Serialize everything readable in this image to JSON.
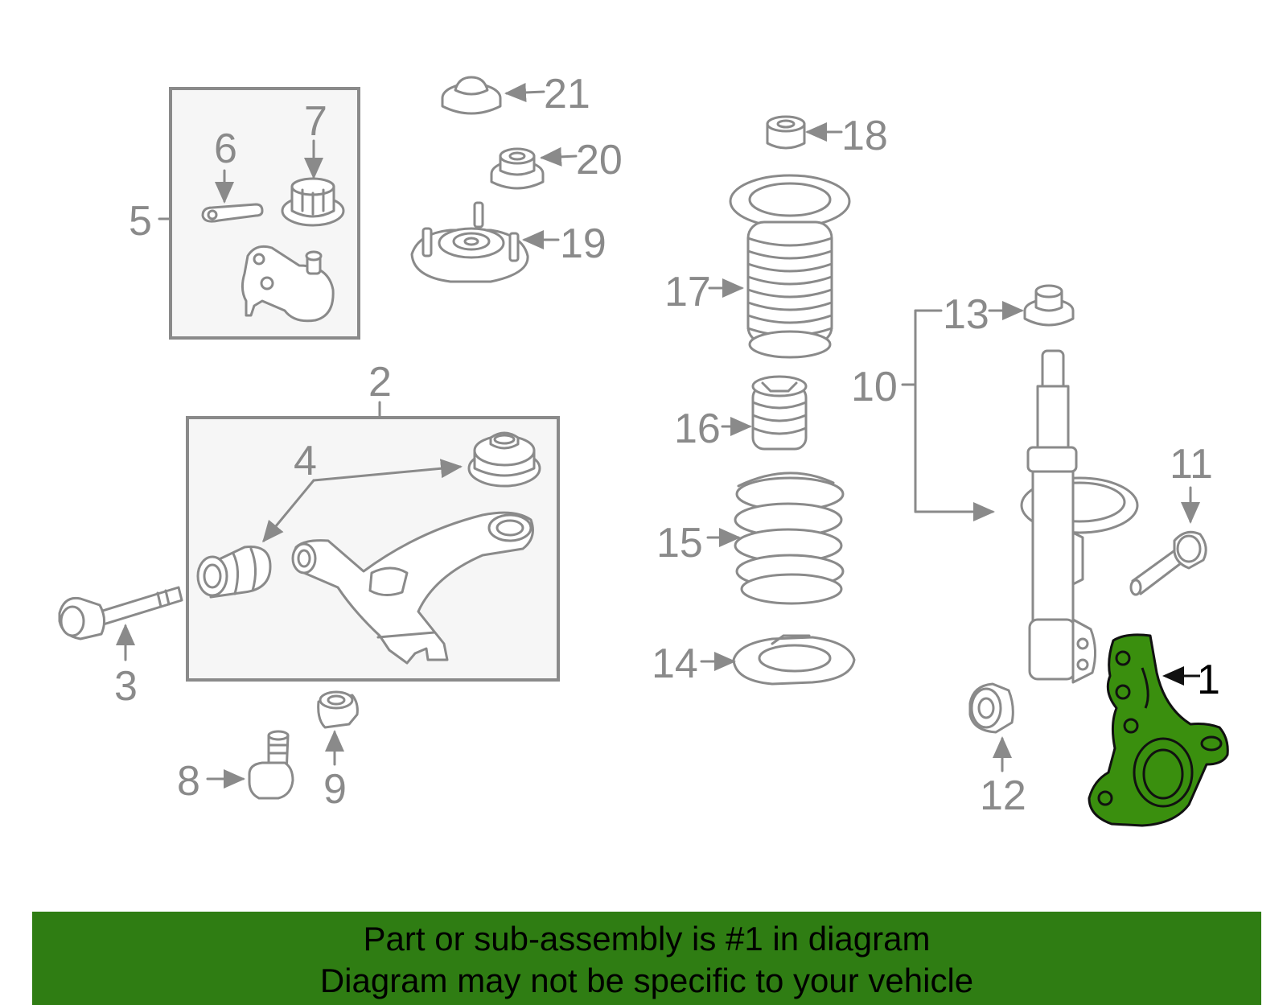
{
  "diagram": {
    "highlight_color": "#3a8f0e",
    "line_color": "#8a8a8a",
    "callouts": {
      "c1": "1",
      "c2": "2",
      "c3": "3",
      "c4": "4",
      "c5": "5",
      "c6": "6",
      "c7": "7",
      "c8": "8",
      "c9": "9",
      "c10": "10",
      "c11": "11",
      "c12": "12",
      "c13": "13",
      "c14": "14",
      "c15": "15",
      "c16": "16",
      "c17": "17",
      "c18": "18",
      "c19": "19",
      "c20": "20",
      "c21": "21"
    }
  },
  "banner": {
    "line1": "Part or sub-assembly is #1 in diagram",
    "line2": "Diagram may not be specific to your vehicle",
    "background": "#2f7d13"
  }
}
